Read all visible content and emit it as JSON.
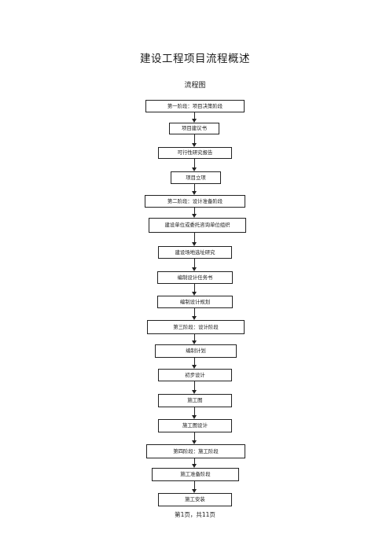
{
  "document": {
    "title": "建设工程项目流程概述",
    "subtitle": "流程图",
    "footer": "第1页，共11页"
  },
  "flow": {
    "steps": [
      {
        "label": "第一阶段：项目决策阶段"
      },
      {
        "label": "项目建议书"
      },
      {
        "label": "可行性研究报告"
      },
      {
        "label": "项目立项"
      },
      {
        "label": "第二阶段：设计准备阶段"
      },
      {
        "label": "建设单位或委托咨询单位组织"
      },
      {
        "label": "建设场地选址研究"
      },
      {
        "label": "编制设计任务书"
      },
      {
        "label": "编制设计规划"
      },
      {
        "label": "第三阶段：设计阶段"
      },
      {
        "label": "编制计划"
      },
      {
        "label": "初步设计"
      },
      {
        "label": "施工图"
      },
      {
        "label": "施工图设计"
      },
      {
        "label": "第四阶段：施工阶段"
      },
      {
        "label": "施工准备阶段"
      },
      {
        "label": "施工安装"
      }
    ]
  }
}
